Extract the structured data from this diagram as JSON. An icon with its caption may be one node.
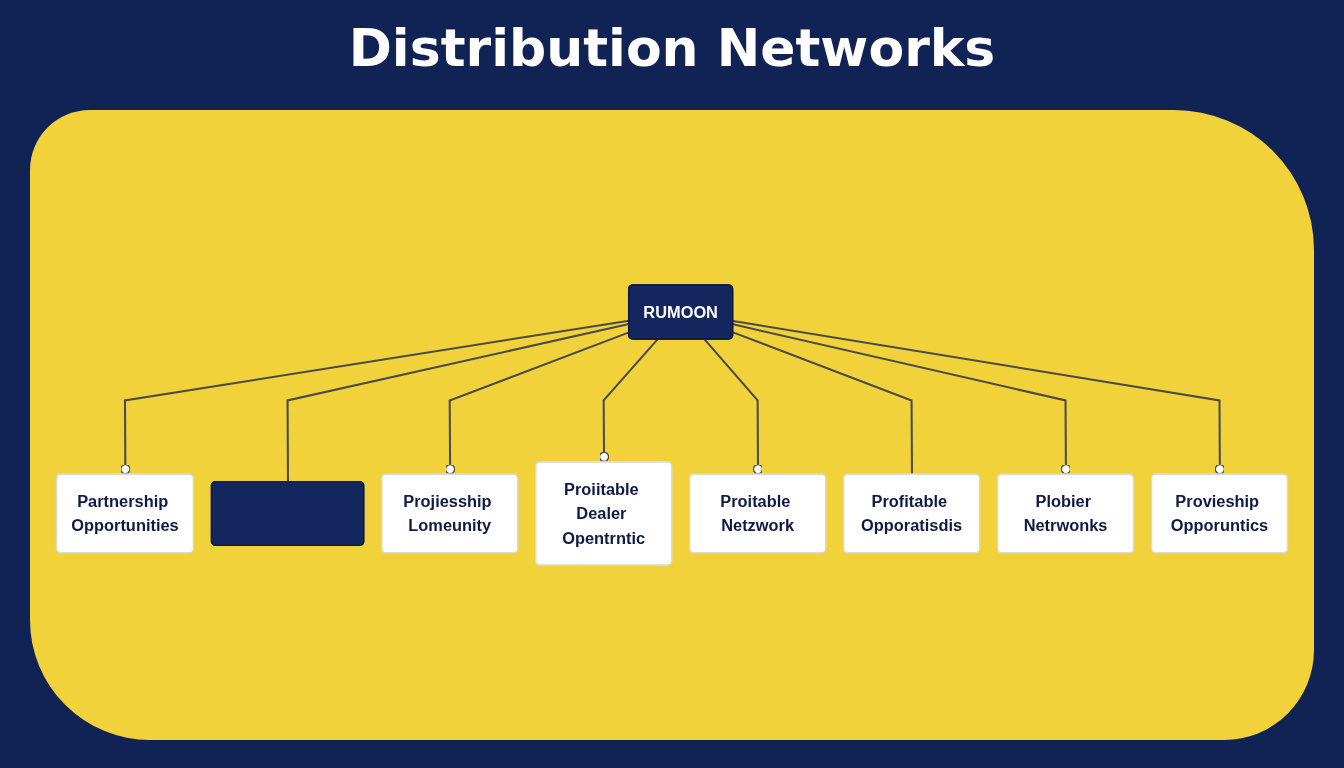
{
  "diagram": {
    "title": "Distribution Networks",
    "nodes": [
      {
        "text": [
          "Partnership Opportunities"
        ]
      },
      {
        "text": [],
        "shape": "box"
      },
      {
        "text": [
          "Projiesship Lomeunity"
        ]
      },
      {
        "text": [
          "Proiitable Dealer Opentrntic"
        ]
      },
      {
        "text": [
          "RUMOON"
        ]
      },
      {
        "text": [
          "Proitable Netzwork"
        ]
      },
      {
        "text": [
          "Profitable Opporatisdis"
        ]
      },
      {
        "text": [
          "Plobier Netrwonks"
        ]
      },
      {
        "text": [
          "Provieship Opporuntics"
        ]
      }
    ],
    "edges": [
      {
        "from": 4,
        "to": 0,
        "arrow": "other"
      },
      {
        "from": 4,
        "to": 1,
        "arrow": "none"
      },
      {
        "from": 4,
        "to": 2,
        "arrow": "other"
      },
      {
        "from": 4,
        "to": 3,
        "arrow": "other"
      },
      {
        "from": 4,
        "to": 5,
        "arrow": "other"
      },
      {
        "from": 4,
        "to": 6,
        "arrow": "none"
      },
      {
        "from": 4,
        "to": 7,
        "arrow": "other"
      },
      {
        "from": 4,
        "to": 8,
        "arrow": "other"
      }
    ]
  }
}
